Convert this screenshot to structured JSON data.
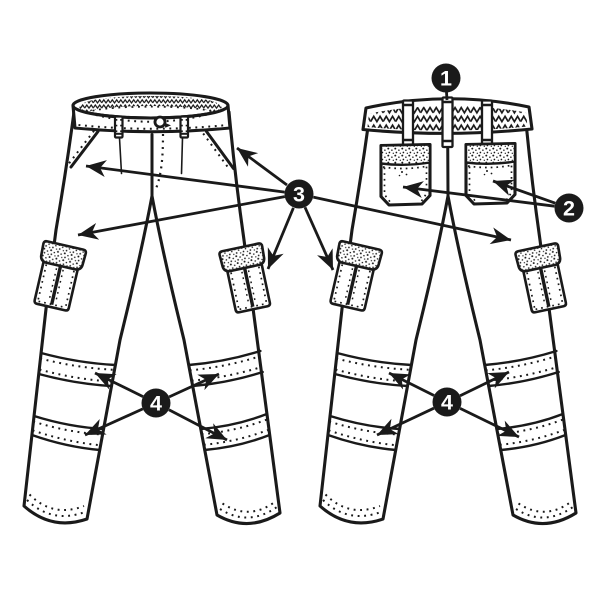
{
  "figure": {
    "subject": "Cargo pants technical line diagram, front and back views",
    "background_color": "#ffffff",
    "ink_color": "#1a1a1a",
    "callouts": [
      {
        "label": "1"
      },
      {
        "label": "2"
      },
      {
        "label": "3"
      },
      {
        "label": "4"
      },
      {
        "label": "4"
      }
    ]
  }
}
